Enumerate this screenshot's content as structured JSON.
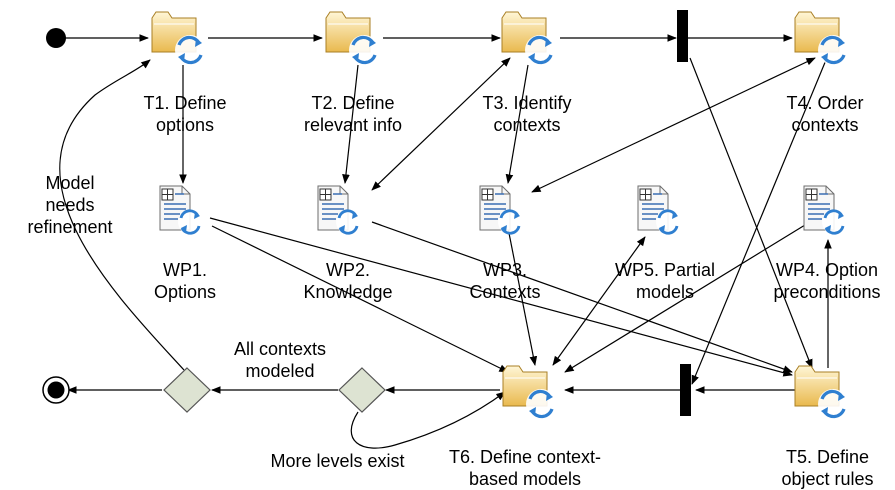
{
  "diagram": {
    "tasks": {
      "t1": "T1. Define\noptions",
      "t2": "T2. Define\nrelevant info",
      "t3": "T3. Identify\ncontexts",
      "t4": "T4. Order\ncontexts",
      "t5": "T5. Define\nobject rules",
      "t6": "T6. Define context-\nbased models"
    },
    "work_products": {
      "wp1": "WP1.\nOptions",
      "wp2": "WP2.\nKnowledge",
      "wp3": "WP3.\nContexts",
      "wp4": "WP4. Option\npreconditions",
      "wp5": "WP5. Partial\nmodels"
    },
    "guards": {
      "needs_refinement": "Model\nneeds\nrefinement",
      "all_modeled": "All contexts\nmodeled",
      "more_levels": "More levels exist"
    },
    "colors": {
      "folder_light": "#fff2c4",
      "folder_dark": "#e8b84a",
      "cycle": "#2f7fd0",
      "diamond_fill": "#dde3d2",
      "diamond_stroke": "#555555",
      "line": "#000000"
    },
    "icons": {
      "task": "task-folder-cycle-icon",
      "work_product": "document-cycle-icon"
    }
  }
}
